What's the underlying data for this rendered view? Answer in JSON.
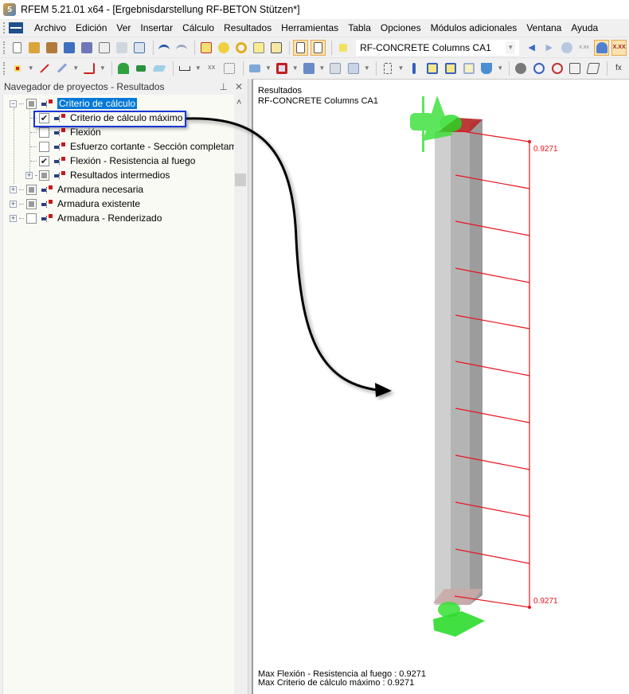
{
  "window": {
    "title": "RFEM 5.21.01 x64 - [Ergebnisdarstellung RF-BETON Stützen*]",
    "app_icon": "rfem-logo-icon"
  },
  "menubar": {
    "items": [
      {
        "label": "Archivo",
        "accel": "A"
      },
      {
        "label": "Edición",
        "accel": "E"
      },
      {
        "label": "Ver",
        "accel": "V"
      },
      {
        "label": "Insertar",
        "accel": "I"
      },
      {
        "label": "Cálculo",
        "accel": "C"
      },
      {
        "label": "Resultados",
        "accel": "R"
      },
      {
        "label": "Herramientas",
        "accel": "H"
      },
      {
        "label": "Tabla",
        "accel": "T"
      },
      {
        "label": "Opciones",
        "accel": "O"
      },
      {
        "label": "Módulos adicionales",
        "accel": "M"
      },
      {
        "label": "Ventana",
        "accel": "n"
      },
      {
        "label": "Ayuda",
        "accel": "y"
      }
    ]
  },
  "toolbar1": {
    "buttons": [
      "new-file-icon",
      "open-folder-icon",
      "archive-icon",
      "database-icon",
      "save-icon",
      "notes-icon",
      "print-icon",
      "print-preview-icon",
      "undo-icon",
      "redo-icon",
      "edit-icon",
      "target-icon",
      "target-ring-icon",
      "select-icon",
      "window-icon",
      "list-view-icon",
      "table-view-icon"
    ],
    "loadcase_combo": {
      "value": "RF-CONCRETE Columns CA1"
    },
    "right_buttons": [
      "previous-icon",
      "next-icon",
      "results-icon",
      "values-icon",
      "show-results-icon",
      "show-values-icon"
    ]
  },
  "toolbar2": {
    "buttons": [
      "node-icon",
      "line-icon",
      "member-icon",
      "polyline-icon",
      "support-icon",
      "hinge-icon",
      "surface-icon",
      "dimension-icon",
      "label-icon",
      "grid-icon",
      "solid-icon",
      "frame-icon",
      "move-icon",
      "box-icon",
      "copy-icon",
      "connect-icon",
      "load-icon",
      "table-grid-icon",
      "table-grid-2-icon",
      "table-grid-3-icon",
      "paint-icon",
      "render-icon",
      "zoom-icon",
      "zoom-cancel-icon",
      "iso-view-icon",
      "iso-view-2-icon",
      "function-icon"
    ]
  },
  "navigator": {
    "title": "Navegador de proyectos - Resultados",
    "pin_icon": "pin-icon",
    "close_icon": "close-icon",
    "tree": [
      {
        "label": "Criterio de cálculo",
        "level": 0,
        "expander": "minus",
        "checkbox": "partial",
        "selected": true
      },
      {
        "label": "Criterio de cálculo máximo",
        "level": 1,
        "checkbox": "checked",
        "highlighted": true
      },
      {
        "label": "Flexión",
        "level": 1,
        "checkbox": "unchecked"
      },
      {
        "label": "Esfuerzo cortante - Sección completam",
        "level": 1,
        "checkbox": "unchecked"
      },
      {
        "label": "Flexión - Resistencia al fuego",
        "level": 1,
        "checkbox": "checked"
      },
      {
        "label": "Resultados intermedios",
        "level": 1,
        "expander": "plus",
        "checkbox": "partial"
      },
      {
        "label": "Armadura necesaria",
        "level": 0,
        "expander": "plus",
        "checkbox": "partial"
      },
      {
        "label": "Armadura existente",
        "level": 0,
        "expander": "plus",
        "checkbox": "partial"
      },
      {
        "label": "Armadura - Renderizado",
        "level": 0,
        "expander": "plus",
        "checkbox": "unchecked"
      }
    ]
  },
  "viewport": {
    "title_line1": "Resultados",
    "title_line2": "RF-CONCRETE Columns CA1",
    "diagram": {
      "top_value": "0.9271",
      "bottom_value": "0.9271",
      "diagram_color": "#e8141e",
      "column_color": "#b8b8b8",
      "support_color": "#22e022"
    },
    "footer_line1": "Max Flexión - Resistencia al fuego : 0.9271",
    "footer_line2": "Max Criterio de cálculo máximo : 0.9271"
  },
  "annotation": {
    "highlight_color": "#1a35d8",
    "arrow_color": "#000000"
  }
}
